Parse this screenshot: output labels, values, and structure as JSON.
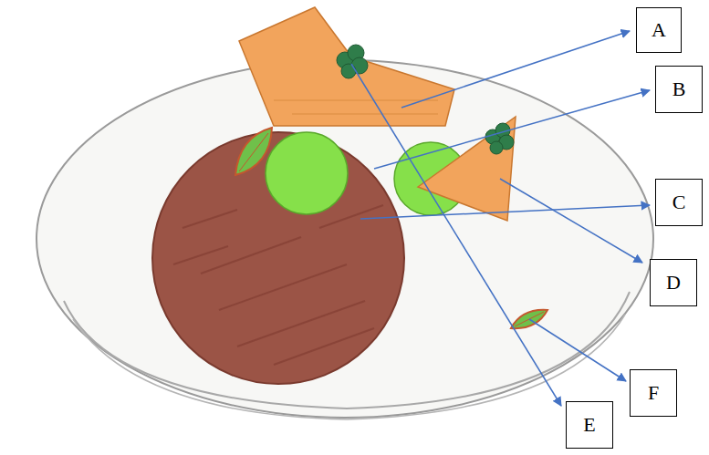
{
  "diagram": {
    "nodes": [
      {
        "text": [
          "A"
        ]
      },
      {
        "text": [
          "B"
        ]
      },
      {
        "text": [
          "C"
        ]
      },
      {
        "text": [
          "D"
        ]
      },
      {
        "text": [
          "E"
        ]
      },
      {
        "text": [
          "F"
        ]
      }
    ],
    "edges": []
  }
}
